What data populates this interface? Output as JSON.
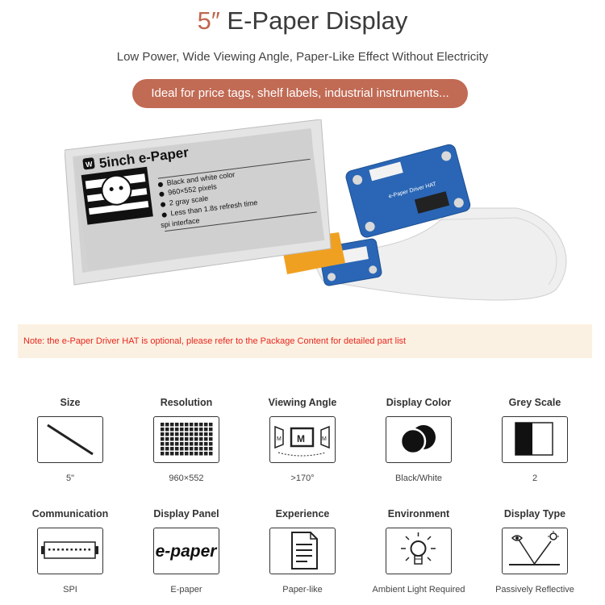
{
  "header": {
    "title_accent": "5″",
    "title_rest": " E-Paper Display",
    "subtitle": "Low Power, Wide Viewing Angle, Paper-Like Effect Without Electricity",
    "pill_text": "Ideal for price tags, shelf labels, industrial instruments..."
  },
  "product": {
    "screen_title": "5inch e-Paper",
    "features": [
      "Black and white color",
      "960×552 pixels",
      "2 gray scale",
      "Less than 1.8s refresh time",
      "spi interface"
    ],
    "logo_text": "W",
    "board_label": "e-Paper Driver HAT"
  },
  "note": "Note: the e-Paper Driver HAT is optional, please refer to the Package Content for detailed part list",
  "specs": [
    {
      "label": "Size",
      "value": "5\"",
      "icon": "size-diagonal-icon"
    },
    {
      "label": "Resolution",
      "value": "960×552",
      "icon": "pixel-grid-icon"
    },
    {
      "label": "Viewing Angle",
      "value": ">170°",
      "icon": "viewing-angle-icon"
    },
    {
      "label": "Display Color",
      "value": "Black/White",
      "icon": "black-white-circles-icon"
    },
    {
      "label": "Grey Scale",
      "value": "2",
      "icon": "grey-scale-icon"
    },
    {
      "label": "Communication",
      "value": "SPI",
      "icon": "spi-connector-icon"
    },
    {
      "label": "Display Panel",
      "value": "E-paper",
      "icon": "e-paper-text-icon",
      "icon_text": "e-paper"
    },
    {
      "label": "Experience",
      "value": "Paper-like",
      "icon": "document-icon"
    },
    {
      "label": "Environment",
      "value": "Ambient Light Required",
      "icon": "light-bulb-icon"
    },
    {
      "label": "Display Type",
      "value": "Passively Reflective",
      "icon": "reflective-icon"
    }
  ],
  "colors": {
    "accent": "#c16a54",
    "note_bg": "#fbf1e2",
    "note_text": "#e8261d",
    "board_blue": "#2a66b5",
    "fpc_orange": "#f0a020"
  }
}
